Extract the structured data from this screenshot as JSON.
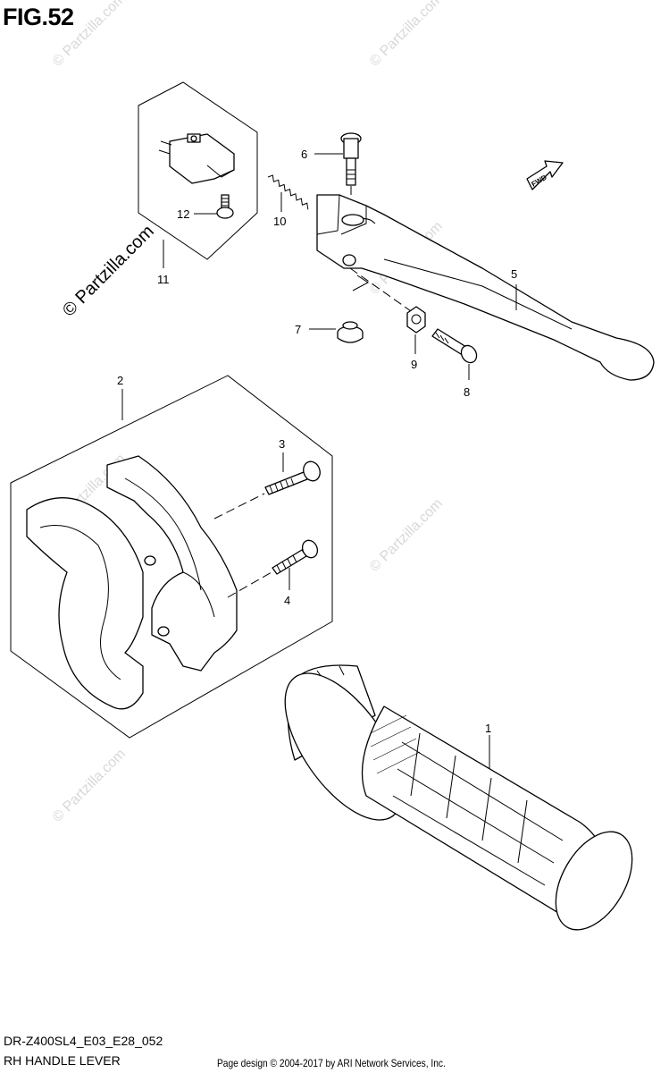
{
  "figure": {
    "title": "FIG.52"
  },
  "watermark": {
    "text": "© Partzilla.com"
  },
  "fwd_label": "FWD",
  "callouts": [
    "1",
    "2",
    "3",
    "4",
    "5",
    "6",
    "7",
    "8",
    "9",
    "10",
    "11",
    "12"
  ],
  "footer": {
    "model_code": "DR-Z400SL4_E03_E28_052",
    "section_name": "RH HANDLE LEVER",
    "copyright": "Page design © 2004-2017 by ARI Network Services, Inc."
  }
}
